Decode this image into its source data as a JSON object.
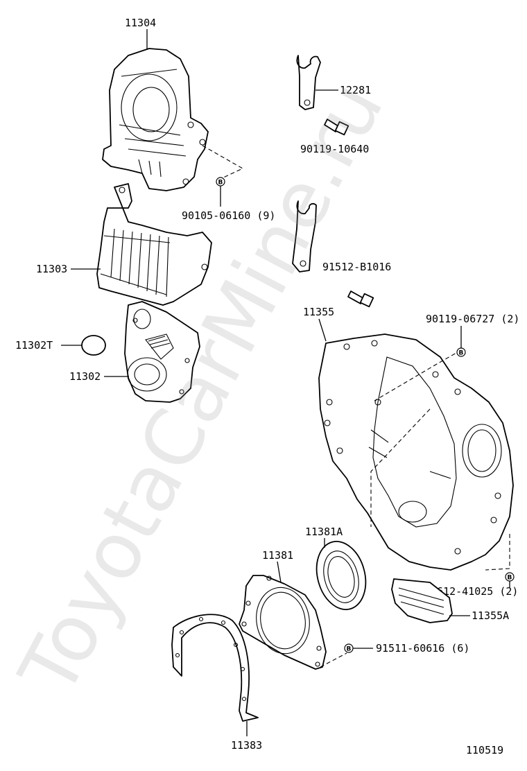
{
  "labels": {
    "p11304": "11304",
    "p12281": "12281",
    "p90119_10640": "90119-10640",
    "p90105_06160": "90105-06160 (9)",
    "p11303": "11303",
    "p91512_B1016": "91512-B1016",
    "p11355": "11355",
    "p90119_06727": "90119-06727 (2)",
    "p11302T": "11302T",
    "p11302": "11302",
    "p11381A": "11381A",
    "p11381": "11381",
    "p91612_41025": "91612-41025 (2)",
    "p11355A": "11355A",
    "p91511_60616": "91511-60616 (6)",
    "p11383": "11383",
    "diagram_id": "110519"
  },
  "badge_letter": "B",
  "watermark": "ToyotaCarMine.ru"
}
